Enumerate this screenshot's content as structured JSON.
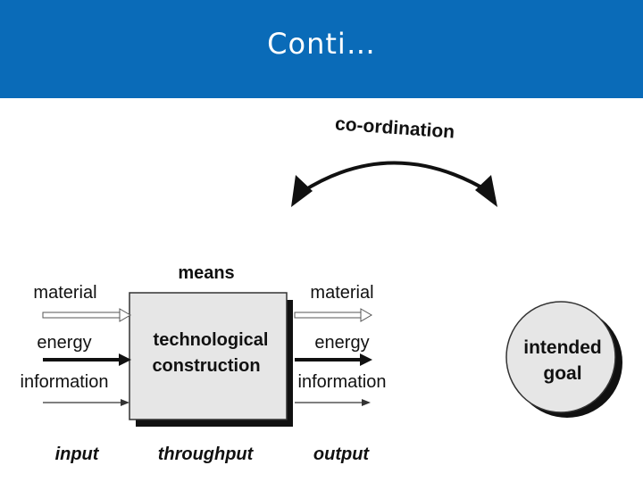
{
  "slide": {
    "title": "Conti…"
  },
  "diagram": {
    "coordination_label": "co-ordination",
    "means_label": "means",
    "box_label_line1": "technological",
    "box_label_line2": "construction",
    "inputs": {
      "material": "material",
      "energy": "energy",
      "information": "information"
    },
    "outputs": {
      "material": "material",
      "energy": "energy",
      "information": "information"
    },
    "stage_input": "input",
    "stage_throughput": "throughput",
    "stage_output": "output",
    "goal_line1": "intended",
    "goal_line2": "goal"
  }
}
